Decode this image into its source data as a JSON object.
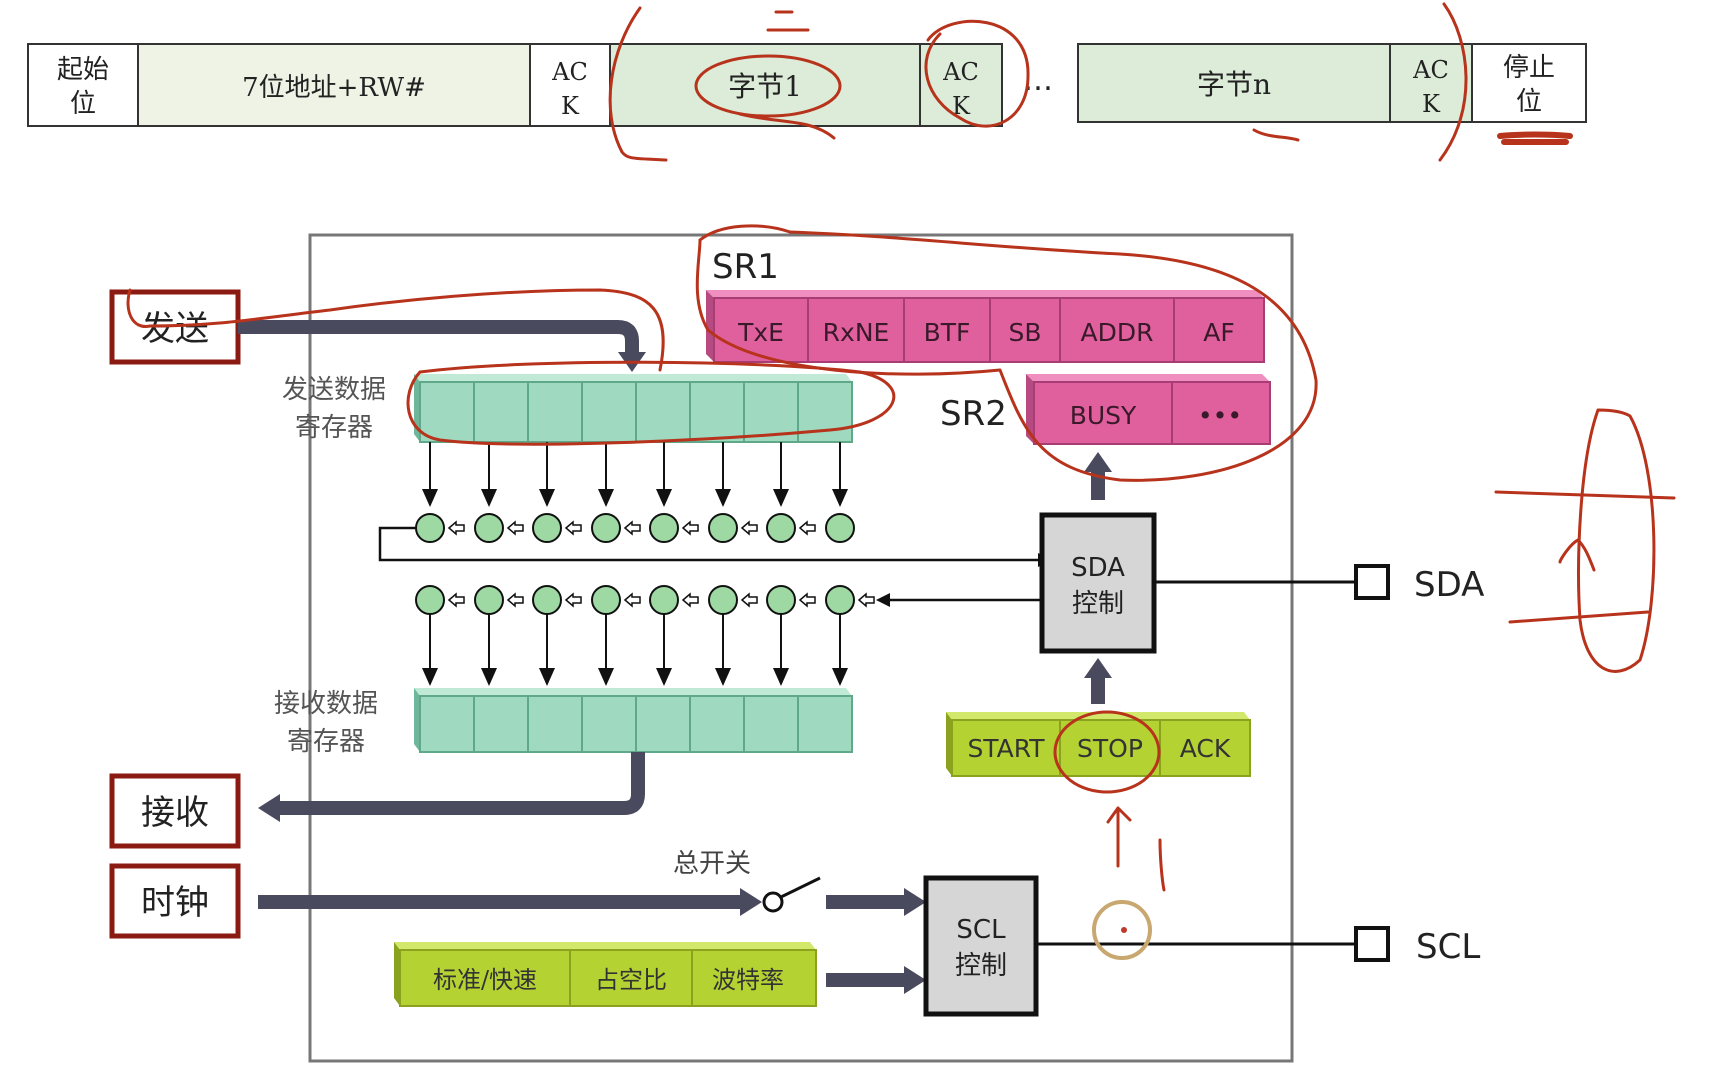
{
  "frame": {
    "start": "起始位",
    "start_l1": "起始",
    "start_l2": "位",
    "address": "7位地址+RW#",
    "ack_l1": "AC",
    "ack_l2": "K",
    "byte1": "字节1",
    "dots": "…",
    "byten": "字节n",
    "stop_l1": "停止",
    "stop_l2": "位"
  },
  "sr1": {
    "label": "SR1",
    "flags": [
      "TxE",
      "RxNE",
      "BTF",
      "SB",
      "ADDR",
      "AF"
    ]
  },
  "sr2": {
    "label": "SR2",
    "flags": [
      "BUSY",
      "•••"
    ]
  },
  "send_label": "发送",
  "receive_label": "接收",
  "clock_label": "时钟",
  "tx_reg": {
    "line1": "发送数据",
    "line2": "寄存器"
  },
  "rx_reg": {
    "line1": "接收数据",
    "line2": "寄存器"
  },
  "sda_ctrl": {
    "line1": "SDA",
    "line2": "控制"
  },
  "scl_ctrl": {
    "line1": "SCL",
    "line2": "控制"
  },
  "control_bits": [
    "START",
    "STOP",
    "ACK"
  ],
  "clock_config": [
    "标准/快速",
    "占空比",
    "波特率"
  ],
  "main_switch": "总开关",
  "pins": {
    "sda": "SDA",
    "scl": "SCL"
  },
  "colors": {
    "pink": "#e0609e",
    "teal": "#9ed9c0",
    "lime": "#b5d233",
    "frame_green": "#dcecd8",
    "frame_cream": "#eef3e6",
    "dark_red_border": "#8b1a12",
    "arrow_gray": "#4a4a5e",
    "annotation_red": "#b8331c"
  }
}
